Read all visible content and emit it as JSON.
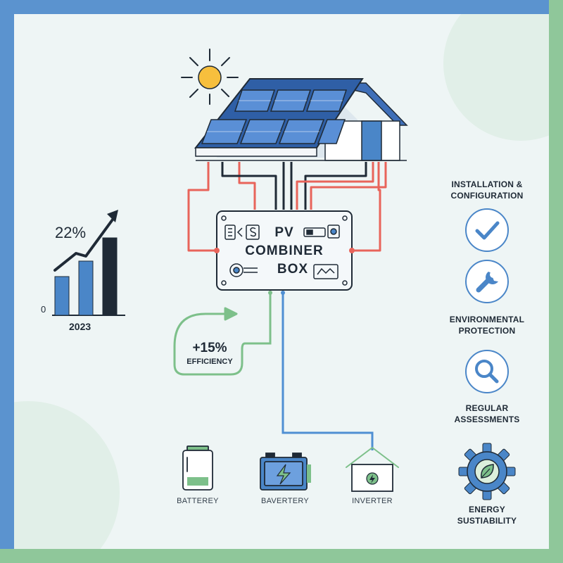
{
  "colors": {
    "background": "#eef5f5",
    "frame_blue": "#5b93cf",
    "frame_green": "#8fc79a",
    "panel_blue": "#3f6fb8",
    "wire_red": "#e8645a",
    "wire_dark": "#1f2a36",
    "wire_green": "#7dc08a",
    "wire_blue": "#4f8fd3",
    "sun": "#f7bf3d",
    "icon_blue": "#4a86c8"
  },
  "combiner_box": {
    "line1": "PV",
    "line2": "COMBINER",
    "line3": "BOX"
  },
  "growth_chart": {
    "percent_label": "22%",
    "year_label": "2023",
    "zero_label": "0"
  },
  "chart_data": {
    "type": "bar",
    "categories": [
      "",
      "",
      ""
    ],
    "values": [
      55,
      77,
      110
    ],
    "ylim": [
      0,
      120
    ],
    "title": "",
    "xlabel": "2023",
    "ylabel": "",
    "annotation": "22%"
  },
  "efficiency": {
    "value": "+15%",
    "label": "EFFICIENCY"
  },
  "devices": [
    {
      "label": "BATTEREY",
      "icon": "battery-icon"
    },
    {
      "label": "BAVERTERY",
      "icon": "charging-battery-icon"
    },
    {
      "label": "INVERTER",
      "icon": "home-inverter-icon"
    }
  ],
  "steps": [
    {
      "label_line1": "INSTALLATION &",
      "label_line2": "CONFIGURATION",
      "icon": "checkmark-icon"
    },
    {
      "label_line1": "ENVIRONMENTAL",
      "label_line2": "PROTECTION",
      "icon": "wrench-icon"
    },
    {
      "label_line1": "REGULAR",
      "label_line2": "ASSESSMENTS",
      "icon": "magnifier-icon"
    },
    {
      "label_line1": "ENERGY",
      "label_line2": "SUSTIABILITY",
      "icon": "gear-leaf-icon"
    }
  ]
}
